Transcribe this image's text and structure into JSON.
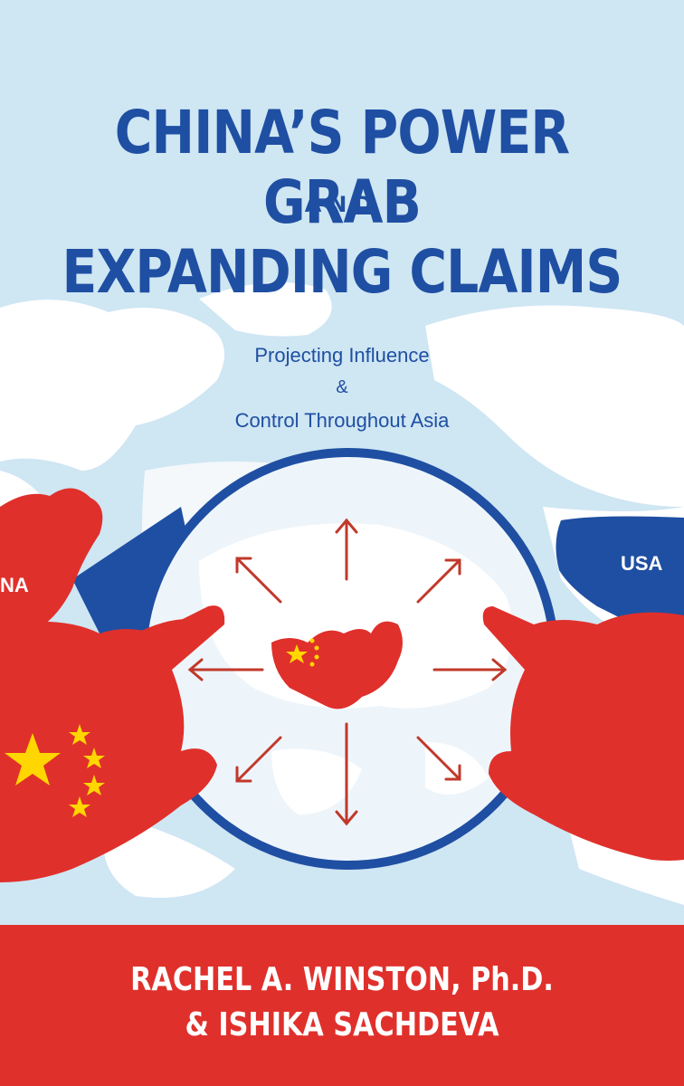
{
  "cover": {
    "title_line1": "CHINA’S POWER GRAB",
    "title_line2": "AND",
    "title_line3": "EXPANDING CLAIMS",
    "subtitle_line1": "Projecting Influence",
    "subtitle_line2": "&",
    "subtitle_line3": "Control Throughout Asia",
    "map_label_left": "NA",
    "map_label_right": "USA",
    "author_line1": "RACHEL A. WINSTON, Ph.D.",
    "author_line2": "& ISHIKA SACHDEVA"
  },
  "colors": {
    "sky": "#cfe6f3",
    "land": "#ffffff",
    "blue": "#1f4fa2",
    "red": "#e0302b",
    "star": "#ffd600",
    "arrow": "#c0392b"
  },
  "icons": {
    "hands": "hands-holding-lens-icon",
    "arrows": "expansion-arrows-icon",
    "flag_stars": "china-flag-stars-icon"
  }
}
